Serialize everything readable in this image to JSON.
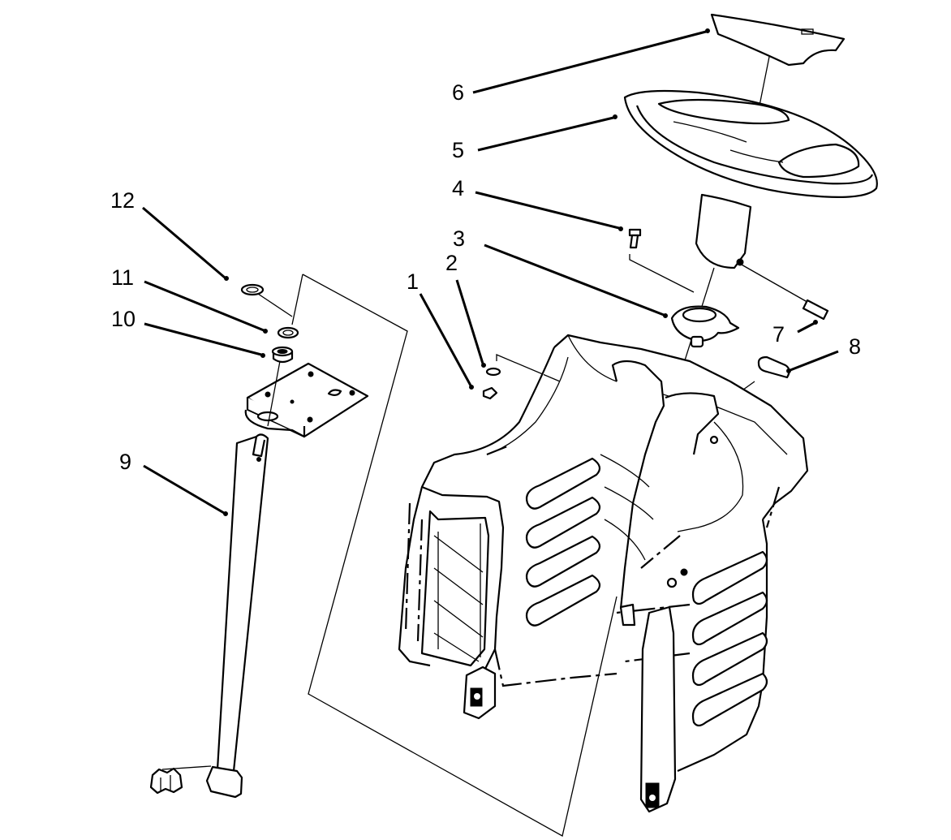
{
  "diagram": {
    "type": "exploded-parts-view",
    "callouts": [
      {
        "id": "1",
        "label": "1"
      },
      {
        "id": "2",
        "label": "2"
      },
      {
        "id": "3",
        "label": "3"
      },
      {
        "id": "4",
        "label": "4"
      },
      {
        "id": "5",
        "label": "5"
      },
      {
        "id": "6",
        "label": "6"
      },
      {
        "id": "7",
        "label": "7"
      },
      {
        "id": "8",
        "label": "8"
      },
      {
        "id": "9",
        "label": "9"
      },
      {
        "id": "10",
        "label": "10"
      },
      {
        "id": "11",
        "label": "11"
      },
      {
        "id": "12",
        "label": "12"
      }
    ]
  }
}
